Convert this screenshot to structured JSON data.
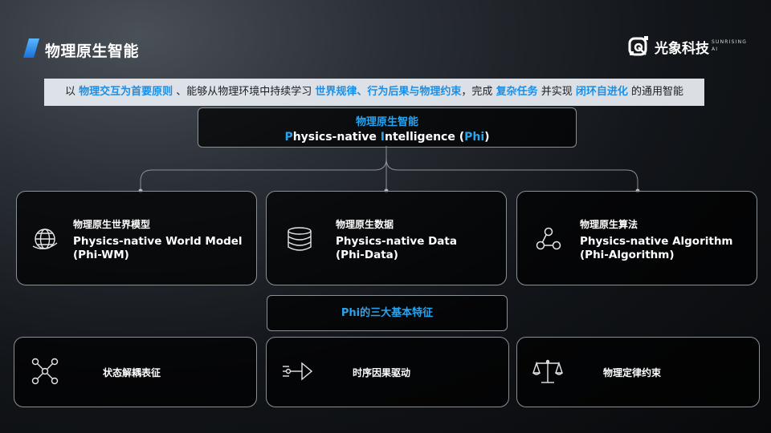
{
  "header": {
    "title": "物理原生智能",
    "logo": {
      "name": "光象科技",
      "sub": "SUNRISING AI"
    }
  },
  "tagline": {
    "p1": "以 ",
    "h1": "物理交互为首要原则",
    "p2": " 、能够从物理环境中持续学习 ",
    "h2": "世界规律、行为后果与物理约束",
    "p3": "，完成 ",
    "h3": "复杂任务",
    "p4": " 并实现 ",
    "h4": "闭环自进化",
    "p5": " 的通用智能"
  },
  "phi": {
    "cn": "物理原生智能",
    "en": {
      "P": "P",
      "hysics": "hysics-native ",
      "I": "I",
      "ntelligence": "ntelligence (",
      "Phi": "Phi",
      "close": ")"
    }
  },
  "pillars": [
    {
      "cn": "物理原生世界模型",
      "en1": "Physics-native World Model",
      "en2": "(Phi-WM)",
      "icon": "globe-icon"
    },
    {
      "cn": "物理原生数据",
      "en1": "Physics-native Data",
      "en2": "(Phi-Data)",
      "icon": "database-icon"
    },
    {
      "cn": "物理原生算法",
      "en1": "Physics-native Algorithm",
      "en2": "(Phi-Algorithm)",
      "icon": "algorithm-nodes-icon"
    }
  ],
  "features_title": "Phi的三大基本特征",
  "features": [
    {
      "label": "状态解耦表征",
      "icon": "network-nodes-icon"
    },
    {
      "label": "时序因果驱动",
      "icon": "causal-flow-icon"
    },
    {
      "label": "物理定律约束",
      "icon": "balance-scale-icon"
    }
  ],
  "colors": {
    "accent": "#28a4f0",
    "highlight": "#1b8fe6",
    "border": "#8b9097"
  }
}
